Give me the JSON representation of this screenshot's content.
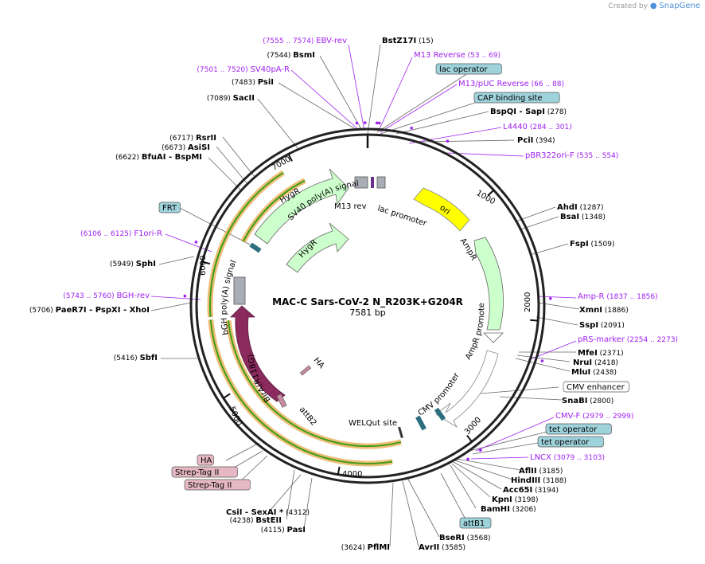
{
  "watermark": {
    "created_by": "Created by",
    "brand": "SnapGene"
  },
  "plasmid": {
    "name": "MAC-C Sars-CoV-2 N_R203K+G204R",
    "length_label": "7581 bp",
    "length": 7581
  },
  "ticks": [
    "1000",
    "2000",
    "3000",
    "4000",
    "5000",
    "6000",
    "7000"
  ],
  "colors": {
    "backbone": "#222222",
    "site_bold": "#000000",
    "site_pos": "#000000",
    "primer": "#a020f0",
    "feature_box": "#9fd3dc",
    "feature_box_pink": "#e6b8c4",
    "hygr": "#ccffcc",
    "ampr": "#ccffcc",
    "ori": "#ffff00",
    "birA": "#8b2a5c",
    "orange_ring": "#e8a33c",
    "green_arrow": "#3c9c1c"
  },
  "sites": [
    {
      "name": "BstZ17I",
      "pos": "(15)"
    },
    {
      "name": "BsmI",
      "pos": "(7544)"
    },
    {
      "name": "PsiI",
      "pos": "(7483)"
    },
    {
      "name": "SacII",
      "pos": "(7089)"
    },
    {
      "name": "RsrII",
      "pos": "(6717)"
    },
    {
      "name": "AsiSI",
      "pos": "(6673)"
    },
    {
      "name": "BfuAI",
      "pos": "(6622)",
      "extra": "- BspMI"
    },
    {
      "name": "SphI",
      "pos": "(5949)"
    },
    {
      "name": "PaeR7I",
      "pos": "(5706)",
      "extra": "- PspXI   - XhoI"
    },
    {
      "name": "SbfI",
      "pos": "(5416)"
    },
    {
      "name": "CsiI",
      "pos": "(4312)",
      "extra": "- SexAI *"
    },
    {
      "name": "BstEII",
      "pos": "(4238)"
    },
    {
      "name": "PasI",
      "pos": "(4115)"
    },
    {
      "name": "PflMI",
      "pos": "(3624)"
    },
    {
      "name": "AvrII",
      "pos": "(3585)"
    },
    {
      "name": "BseRI",
      "pos": "(3568)"
    },
    {
      "name": "BamHI",
      "pos": "(3206)"
    },
    {
      "name": "KpnI",
      "pos": "(3198)"
    },
    {
      "name": "Acc65I",
      "pos": "(3194)"
    },
    {
      "name": "HindIII",
      "pos": "(3188)"
    },
    {
      "name": "AflII",
      "pos": "(3185)"
    },
    {
      "name": "SnaBI",
      "pos": "(2800)"
    },
    {
      "name": "MluI",
      "pos": "(2438)"
    },
    {
      "name": "NruI",
      "pos": "(2418)"
    },
    {
      "name": "MfeI",
      "pos": "(2371)"
    },
    {
      "name": "SspI",
      "pos": "(2091)"
    },
    {
      "name": "XmnI",
      "pos": "(1886)"
    },
    {
      "name": "FspI",
      "pos": "(1509)"
    },
    {
      "name": "BsaI",
      "pos": "(1348)"
    },
    {
      "name": "AhdI",
      "pos": "(1287)"
    },
    {
      "name": "PciI",
      "pos": "(394)"
    },
    {
      "name": "BspQI",
      "pos": "(278)",
      "extra": "- SapI"
    }
  ],
  "primers": [
    {
      "name": "EBV-rev",
      "range": "(7555 .. 7574)"
    },
    {
      "name": "SV40pA-R",
      "range": "(7501 .. 7520)"
    },
    {
      "name": "F1ori-R",
      "range": "(6106 .. 6125)"
    },
    {
      "name": "BGH-rev",
      "range": "(5743 .. 5760)"
    },
    {
      "name": "M13 Reverse",
      "range": "(53 .. 69)"
    },
    {
      "name": "M13/pUC Reverse",
      "range": "(66 .. 88)"
    },
    {
      "name": "L4440",
      "range": "(284 .. 301)"
    },
    {
      "name": "pBR322ori-F",
      "range": "(535 .. 554)"
    },
    {
      "name": "Amp-R",
      "range": "(1837 .. 1856)"
    },
    {
      "name": "pRS-marker",
      "range": "(2254 .. 2273)"
    },
    {
      "name": "CMV-F",
      "range": "(2979 .. 2999)"
    },
    {
      "name": "LNCX",
      "range": "(3079 .. 3103)"
    }
  ],
  "boxed_features": {
    "lac_operator": "lac operator",
    "cap_site": "CAP binding site",
    "frt": "FRT",
    "cmv_enhancer": "CMV enhancer",
    "tet_operator_1": "tet operator",
    "tet_operator_2": "tet operator",
    "attB1": "attB1",
    "ha": "HA",
    "strep1": "Strep-Tag II",
    "strep2": "Strep-Tag II"
  },
  "inner_labels": {
    "sv40": "SV40 poly(A) signal",
    "m13rev": "M13 rev",
    "lacpromoter": "lac promoter",
    "hygr_outer": "HygR",
    "hygr_inner": "HygR",
    "ori": "ori",
    "ampr": "AmpR",
    "ampr_promoter": "AmpR promoter",
    "cmv_promoter": "CMV promoter",
    "welqut": "WELQut site",
    "attB2": "attB2",
    "bgh": "bGH poly(A) signal",
    "birA": "BirA(R118G)",
    "ha_inner": "HA"
  }
}
